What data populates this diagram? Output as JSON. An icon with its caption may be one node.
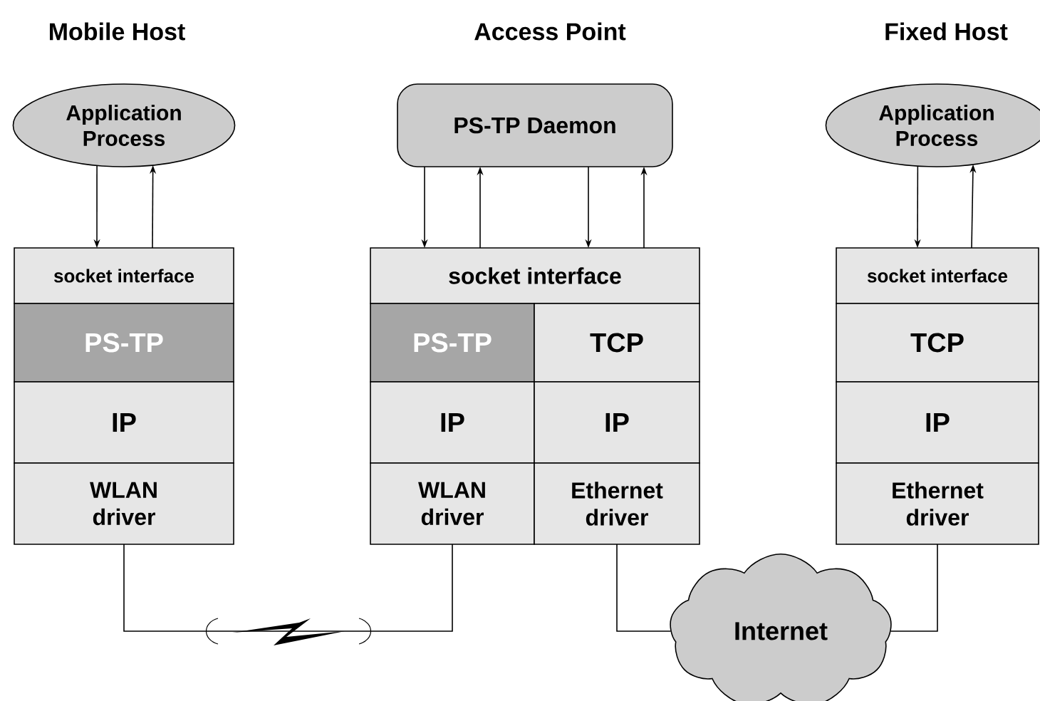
{
  "diagram": {
    "nodes": [
      {
        "text": [
          "Application Process"
        ]
      },
      {
        "text": [
          "socket interface"
        ]
      },
      {
        "text": [
          "PS-TP"
        ]
      },
      {
        "text": [
          "IP"
        ]
      },
      {
        "text": [
          "WLAN driver"
        ]
      },
      {
        "text": [
          "PS-TP Daemon"
        ]
      },
      {
        "text": [
          "socket interface"
        ]
      },
      {
        "text": [
          "PS-TP"
        ]
      },
      {
        "text": [
          "TCP"
        ]
      },
      {
        "text": [
          "IP"
        ]
      },
      {
        "text": [
          "IP"
        ]
      },
      {
        "text": [
          "WLAN driver"
        ]
      },
      {
        "text": [
          "Ethernet driver"
        ]
      },
      {
        "text": [
          "Application Process"
        ]
      },
      {
        "text": [
          "socket interface"
        ]
      },
      {
        "text": [
          "TCP"
        ]
      },
      {
        "text": [
          "IP"
        ]
      },
      {
        "text": [
          "Ethernet driver"
        ]
      },
      {
        "text": [
          "Internet"
        ]
      }
    ],
    "edges": [
      {
        "from": 0,
        "to": 1,
        "arrow": "to"
      },
      {
        "from": 1,
        "to": 0,
        "arrow": "to"
      },
      {
        "from": 5,
        "to": 6,
        "arrow": "to"
      },
      {
        "from": 6,
        "to": 5,
        "arrow": "to"
      },
      {
        "from": 5,
        "to": 6,
        "arrow": "to"
      },
      {
        "from": 6,
        "to": 5,
        "arrow": "to"
      },
      {
        "from": 13,
        "to": 14,
        "arrow": "to"
      },
      {
        "from": 14,
        "to": 13,
        "arrow": "to"
      },
      {
        "from": 4,
        "to": 11,
        "arrow": "none"
      },
      {
        "from": 12,
        "to": 18,
        "arrow": "none"
      },
      {
        "from": 18,
        "to": 17,
        "arrow": "none"
      }
    ],
    "labels": [
      "Mobile Host",
      "Access Point",
      "Fixed Host"
    ]
  }
}
